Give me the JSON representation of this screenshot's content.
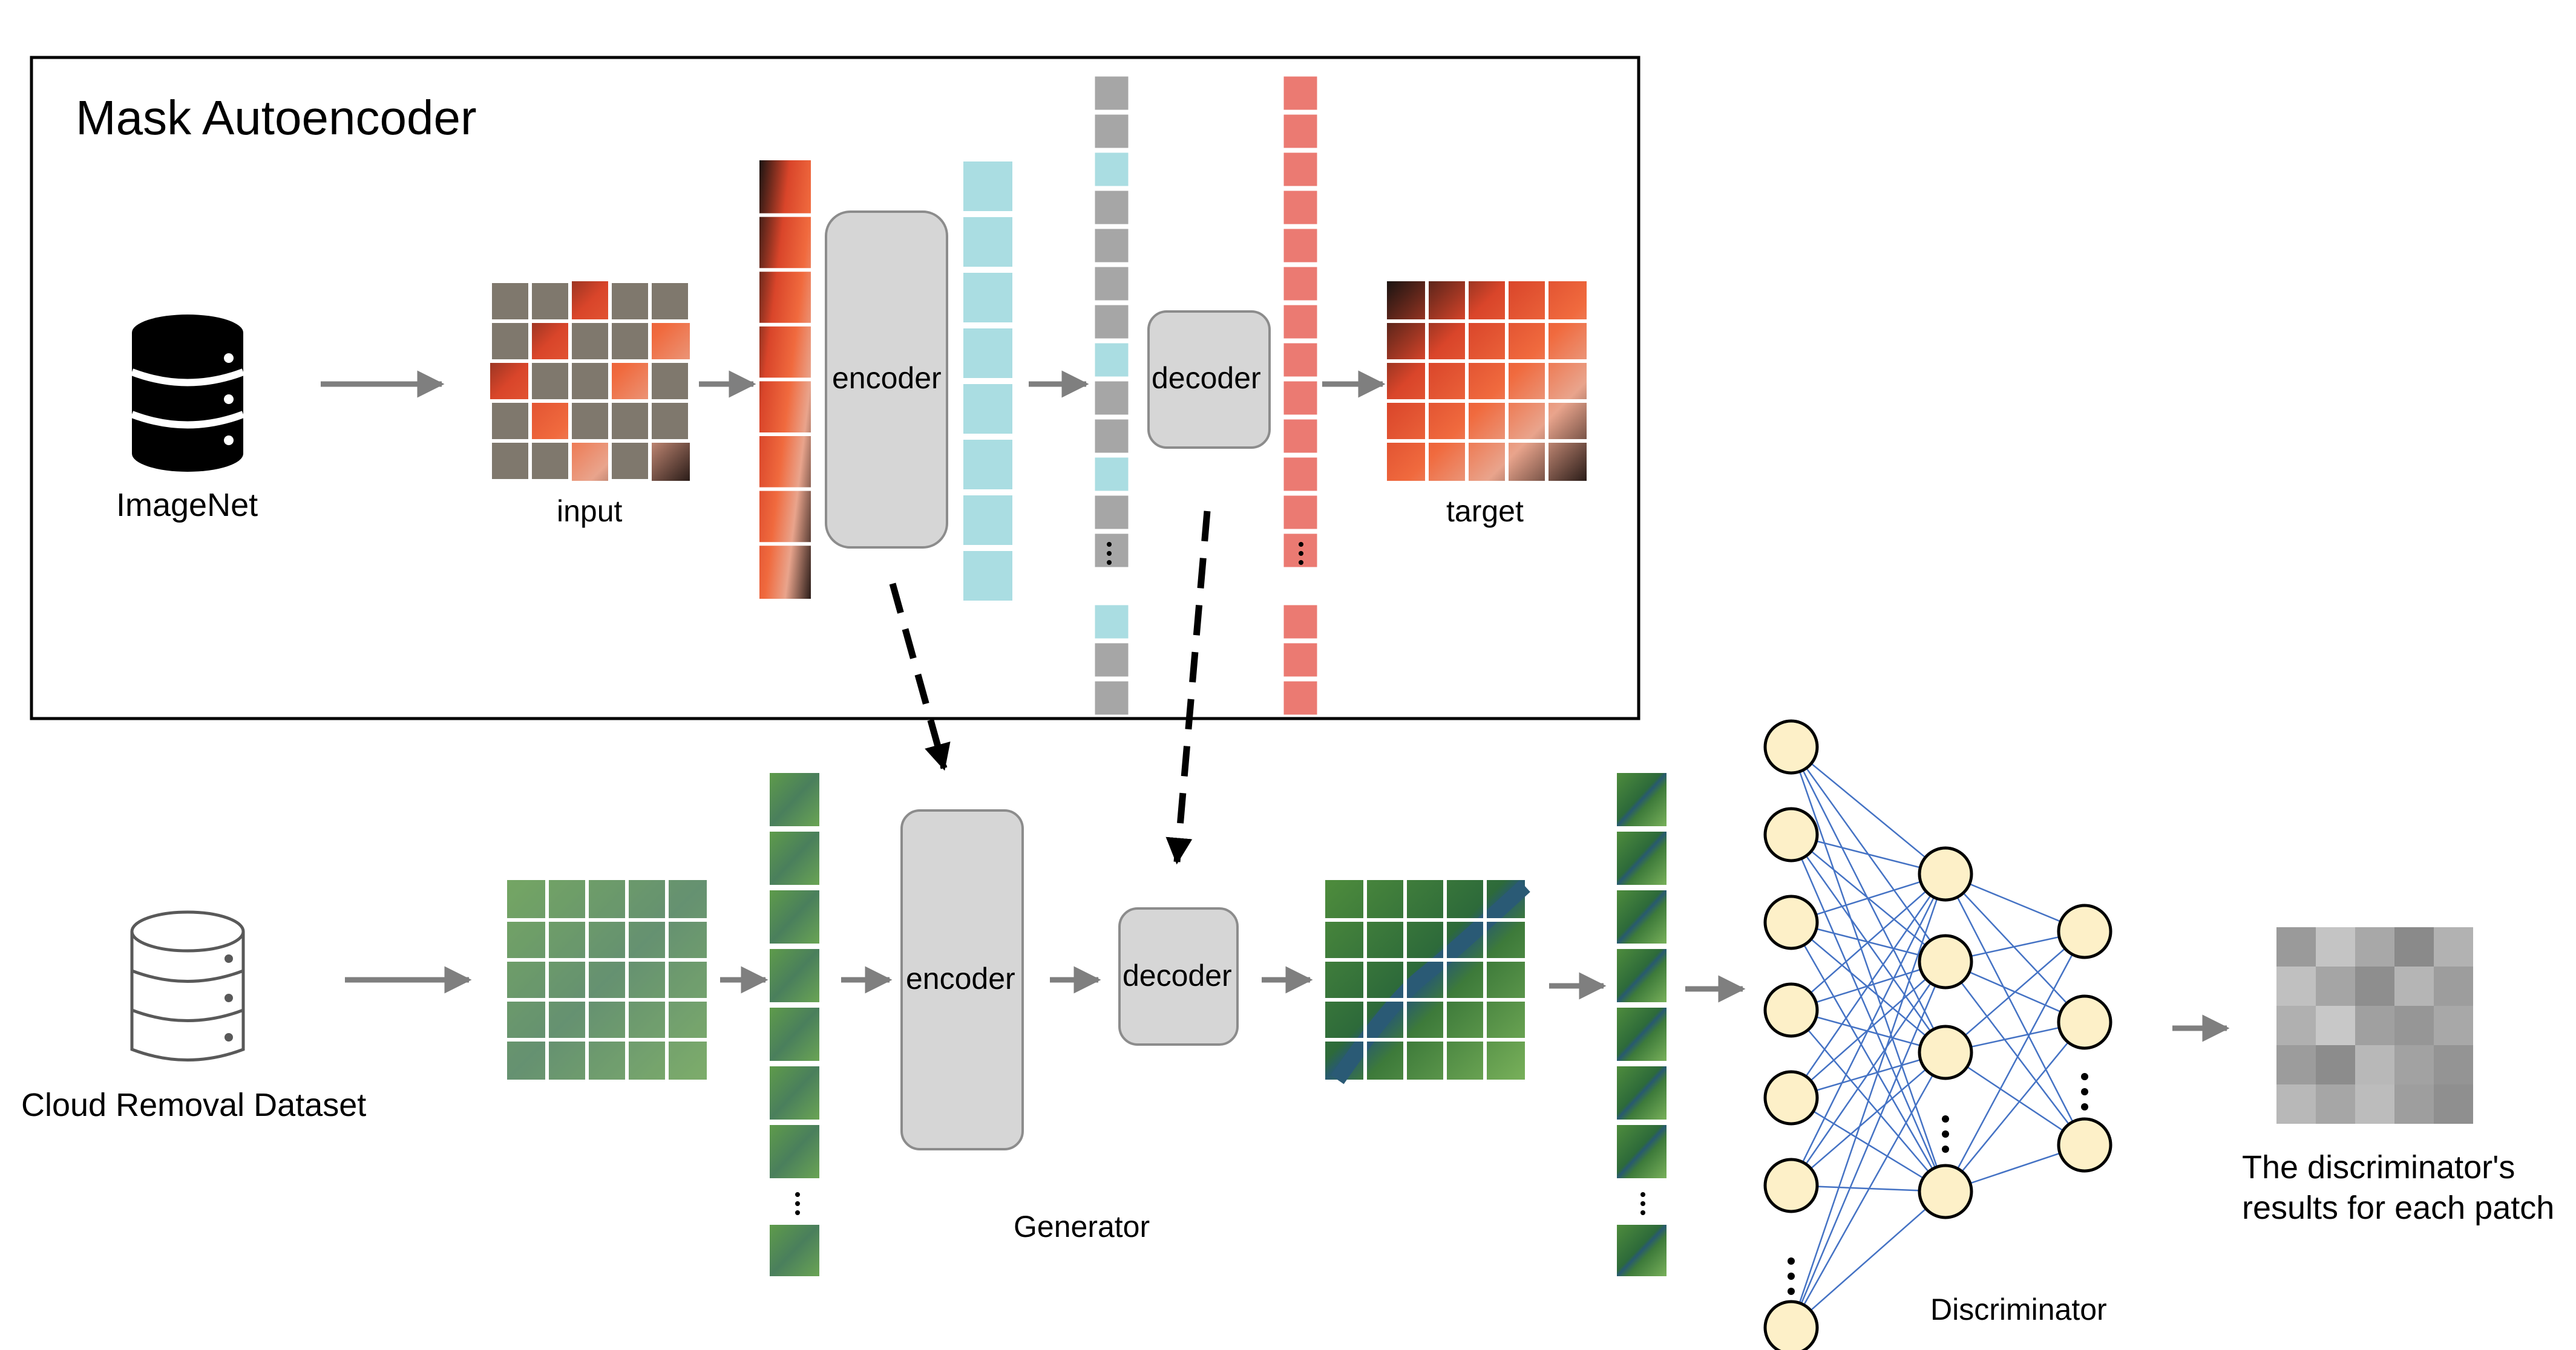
{
  "mae": {
    "title": "Mask Autoencoder",
    "dataset_label": "ImageNet",
    "input_label": "input",
    "encoder_label": "encoder",
    "decoder_label": "decoder",
    "target_label": "target",
    "colors": {
      "encoded_token": "#aadde2",
      "mask_token": "#a6a6a6",
      "decoded_token": "#eb7a72",
      "mask_patch": "#7f786d"
    }
  },
  "generator": {
    "dataset_label": "Cloud Removal Dataset",
    "encoder_label": "encoder",
    "decoder_label": "decoder",
    "caption": "Generator"
  },
  "discriminator": {
    "caption": "Discriminator",
    "node_color": "#fdf0c8",
    "edge_color": "#4472c4"
  },
  "result": {
    "caption_line1": "The discriminator's",
    "caption_line2": "results for each patch"
  },
  "icons": {
    "dataset_dark": "database-icon",
    "dataset_light": "database-outline-icon"
  }
}
